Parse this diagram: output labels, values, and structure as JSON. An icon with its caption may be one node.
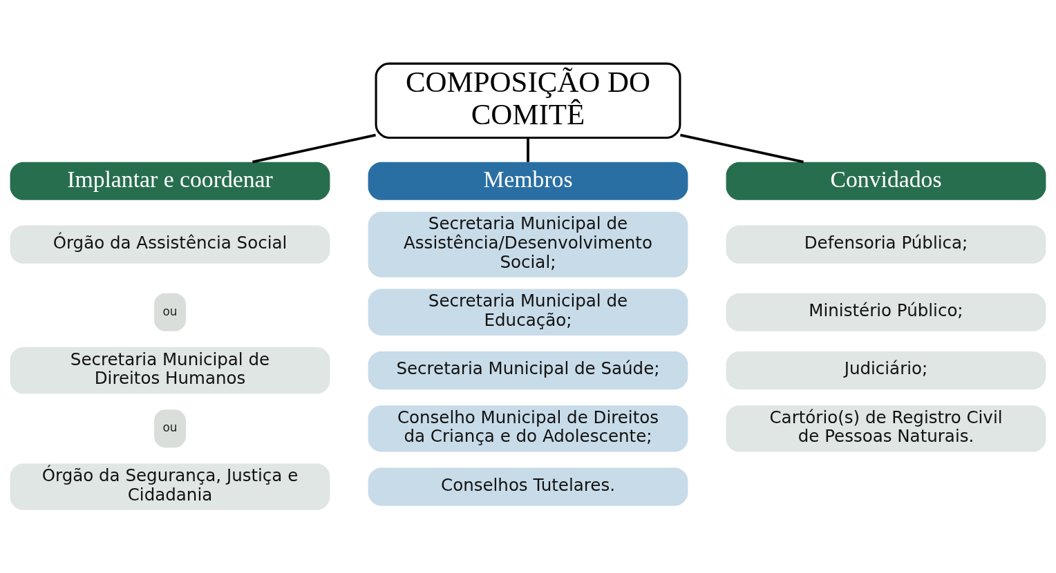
{
  "diagram": {
    "nodes": [
      {
        "text": [
          "COMPOSIÇÃO DO COMITÊ"
        ]
      },
      {
        "text": [
          "Implantar e coordenar"
        ]
      },
      {
        "text": [
          "Órgão da Assistência Social"
        ]
      },
      {
        "text": [
          "ou"
        ]
      },
      {
        "text": [
          "Secretaria Municipal de Direitos Humanos"
        ]
      },
      {
        "text": [
          "ou"
        ]
      },
      {
        "text": [
          "Órgão da Segurança, Justiça e Cidadania"
        ]
      },
      {
        "text": [
          "Membros"
        ]
      },
      {
        "text": [
          "Secretaria Municipal de Assistência/Desenvolvimento Social;"
        ]
      },
      {
        "text": [
          "Secretaria Municipal de Educação;"
        ]
      },
      {
        "text": [
          "Secretaria Municipal de Saúde;"
        ]
      },
      {
        "text": [
          "Conselho Municipal de Direitos da Criança e do Adolescente;"
        ]
      },
      {
        "text": [
          "Conselhos Tutelares."
        ]
      },
      {
        "text": [
          "Convidados"
        ]
      },
      {
        "text": [
          "Defensoria Pública;"
        ]
      },
      {
        "text": [
          "Ministério Público;"
        ]
      },
      {
        "text": [
          "Judiciário;"
        ]
      },
      {
        "text": [
          "Cartório(s) de Registro Civil de Pessoas Naturais."
        ]
      }
    ],
    "edges": [
      {
        "from": 0,
        "to": 1,
        "arrow": "none"
      },
      {
        "from": 0,
        "to": 7,
        "arrow": "none"
      },
      {
        "from": 0,
        "to": 13,
        "arrow": "none"
      }
    ]
  }
}
